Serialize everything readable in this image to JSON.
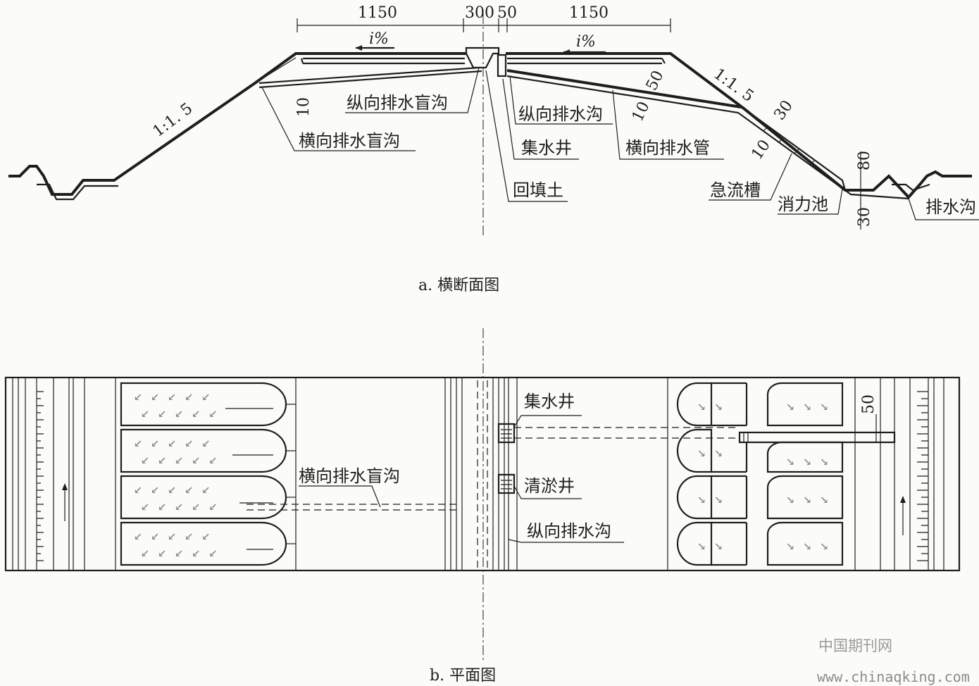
{
  "section": {
    "dims": {
      "left_width": "1150",
      "crown": "300",
      "side": "50",
      "right_width": "1150"
    },
    "slope_mark_left": "i%",
    "slope_mark_right": "i%",
    "ratio_left": "1:1. 5",
    "ratio_right": "1:1. 5",
    "small_dims": {
      "d10_left": "10",
      "d50": "50",
      "d10_a": "10",
      "d30_a": "30",
      "d10_b": "10",
      "d80": "80",
      "d30_b": "30"
    },
    "labels": {
      "longitudinal_blind_ditch": "纵向排水盲沟",
      "transverse_blind_ditch": "横向排水盲沟",
      "longitudinal_ditch": "纵向排水沟",
      "collecting_well": "集水井",
      "transverse_pipe": "横向排水管",
      "backfill": "回填土",
      "chute": "急流槽",
      "stilling_basin": "消力池",
      "drain_ditch": "排水沟"
    },
    "caption": "a. 横断面图"
  },
  "plan": {
    "labels": {
      "collecting_well": "集水井",
      "desilting_well": "清淤井",
      "longitudinal_ditch": "纵向排水沟",
      "transverse_blind_ditch": "横向排水盲沟"
    },
    "dim_50": "50",
    "caption": "b. 平面图"
  },
  "watermark": {
    "cn": "中国期刊网",
    "url": "www.chinaqking.com"
  }
}
